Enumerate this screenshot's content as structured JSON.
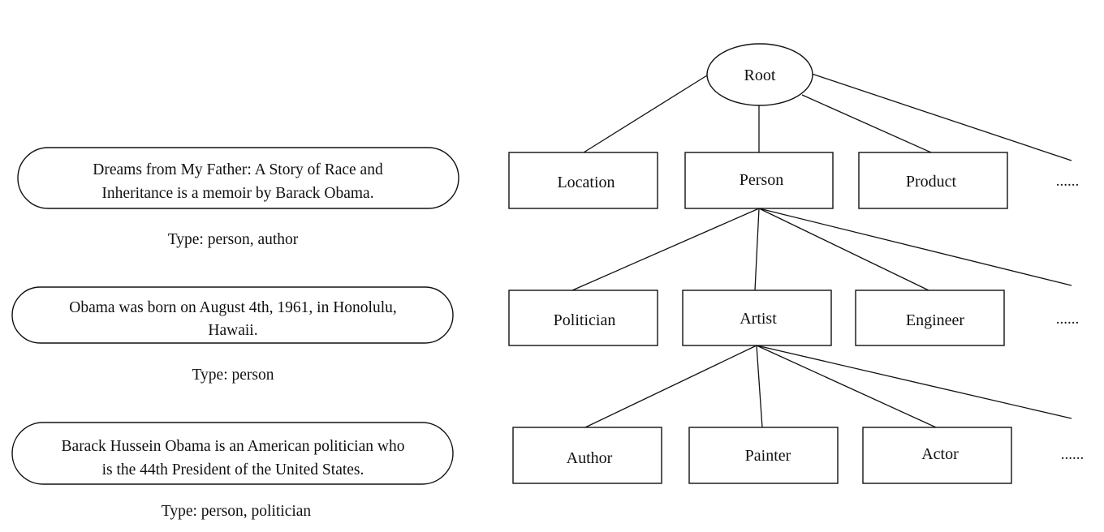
{
  "sentences": [
    {
      "lines": [
        "Dreams from My Father: A Story of Race and",
        "Inheritance is a memoir by Barack Obama."
      ],
      "type_label": "Type: person, author"
    },
    {
      "lines": [
        "Obama was born on August 4th, 1961, in Honolulu,",
        "Hawaii."
      ],
      "type_label": "Type: person"
    },
    {
      "lines": [
        "Barack Hussein Obama is an American politician who",
        "is the 44th President of the United States."
      ],
      "type_label": "Type: person, politician"
    }
  ],
  "tree": {
    "root": "Root",
    "level1": [
      "Location",
      "Person",
      "Product"
    ],
    "level2": [
      "Politician",
      "Artist",
      "Engineer"
    ],
    "level3": [
      "Author",
      "Painter",
      "Actor"
    ],
    "ellipsis": "......"
  }
}
